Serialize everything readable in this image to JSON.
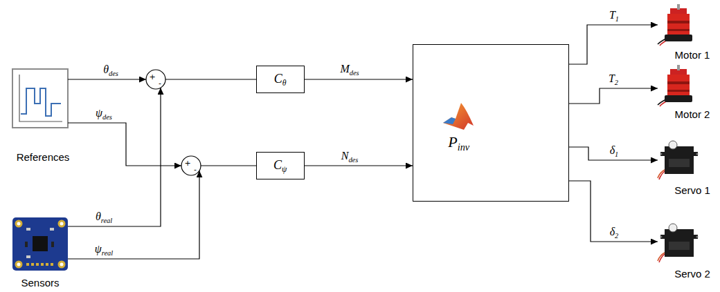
{
  "diagram": {
    "nodes": [
      {
        "text": [
          "References"
        ]
      },
      {
        "text": [
          "Sensors"
        ]
      },
      {
        "text": [
          "+",
          "-"
        ]
      },
      {
        "text": [
          "+",
          "-"
        ]
      },
      {
        "text": [
          "Cθ"
        ]
      },
      {
        "text": [
          "Cψ"
        ]
      },
      {
        "text": [
          "Pinv"
        ]
      },
      {
        "text": [
          "Motor 1"
        ]
      },
      {
        "text": [
          "Motor 2"
        ]
      },
      {
        "text": [
          "Servo 1"
        ]
      },
      {
        "text": [
          "Servo 2"
        ]
      }
    ],
    "edges": [
      {
        "from": 0,
        "to": 2,
        "arrow": "to",
        "label": "θdes"
      },
      {
        "from": 0,
        "to": 3,
        "arrow": "to",
        "label": "ψdes"
      },
      {
        "from": 1,
        "to": 2,
        "arrow": "to",
        "label": "θreal"
      },
      {
        "from": 1,
        "to": 3,
        "arrow": "to",
        "label": "ψreal"
      },
      {
        "from": 2,
        "to": 4,
        "arrow": "none"
      },
      {
        "from": 3,
        "to": 5,
        "arrow": "none"
      },
      {
        "from": 4,
        "to": 6,
        "arrow": "to",
        "label": "Mdes"
      },
      {
        "from": 5,
        "to": 6,
        "arrow": "to",
        "label": "Ndes"
      },
      {
        "from": 6,
        "to": 7,
        "arrow": "to",
        "label": "T1"
      },
      {
        "from": 6,
        "to": 8,
        "arrow": "to",
        "label": "T2"
      },
      {
        "from": 6,
        "to": 9,
        "arrow": "to",
        "label": "δ1"
      },
      {
        "from": 6,
        "to": 10,
        "arrow": "to",
        "label": "δ2"
      }
    ]
  }
}
